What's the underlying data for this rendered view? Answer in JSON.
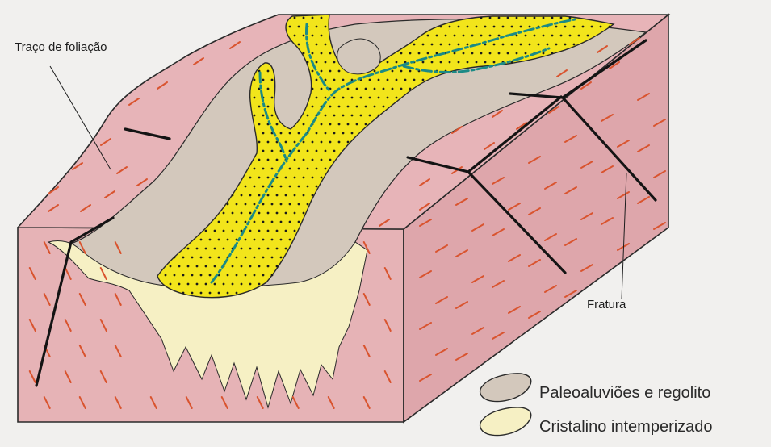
{
  "labels": {
    "foliation_trace": "Traço de foliação",
    "fracture": "Fratura"
  },
  "legend": {
    "items": [
      {
        "label": "Paleoaluviões e regolito",
        "swatch": "#d3c8bc"
      },
      {
        "label": "Cristalino intemperizado",
        "swatch": "#f6f0c4"
      }
    ]
  },
  "colors": {
    "background": "#f1f0ee",
    "bedrock_top": "#e7b4b8",
    "bedrock_front": "#e6b3b6",
    "bedrock_side": "#dea6ab",
    "foliation_marks": "#d9542f",
    "paleoalluvium": "#d3c8bc",
    "weathered_crystalline": "#f6f0c4",
    "alluvial_channel": "#f2e51b",
    "channel_dots": "#1a1a1a",
    "drainage_line": "#1b8a86",
    "fractures": "#141414"
  }
}
